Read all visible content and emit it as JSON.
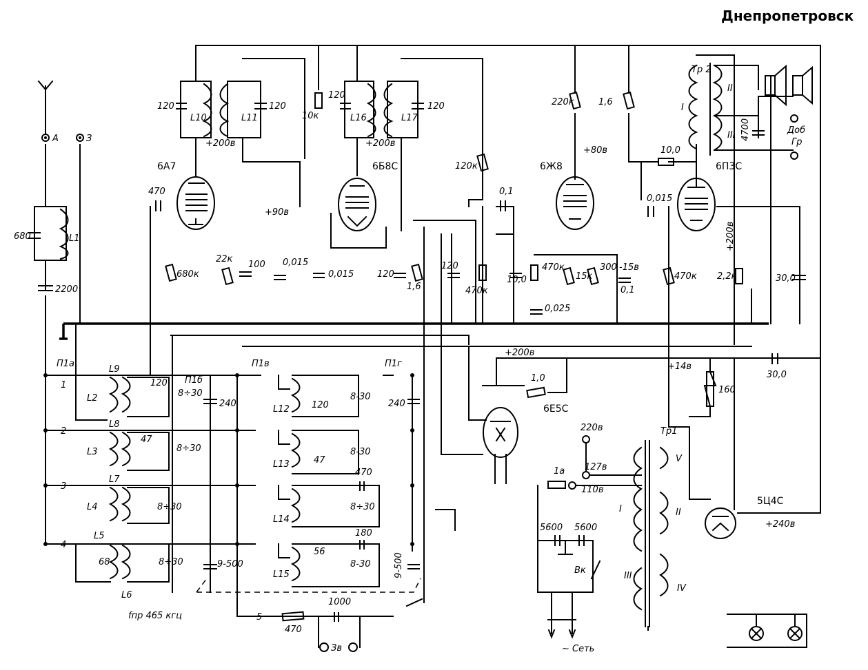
{
  "title": "Днепропетровск",
  "tubes": [
    {
      "id": "6A7",
      "label": "6А7"
    },
    {
      "id": "6B8S",
      "label": "6Б8С"
    },
    {
      "id": "6ZH8",
      "label": "6Ж8"
    },
    {
      "id": "6P3S",
      "label": "6П3С"
    },
    {
      "id": "6E5S",
      "label": "6Е5С"
    },
    {
      "id": "5TS4S",
      "label": "5Ц4С"
    }
  ],
  "terminals": {
    "antenna": "А",
    "ground": "З",
    "pickup": "Зв",
    "headphones_1": "Доб",
    "headphones_2": "Гр",
    "mains": "~ Сеть",
    "switch": "Вк"
  },
  "note": "fпр 465 кгц",
  "coils": [
    "L1",
    "L2",
    "L3",
    "L4",
    "L5",
    "L6",
    "L7",
    "L8",
    "L9",
    "L10",
    "L11",
    "L12",
    "L13",
    "L14",
    "L15",
    "L16",
    "L17"
  ],
  "switches": [
    "П1а",
    "П1б",
    "П1в",
    "П1г"
  ],
  "bands": [
    "1",
    "2",
    "3",
    "4",
    "5"
  ],
  "transformers": {
    "output": "Тр 2",
    "power": "Тр1",
    "out_windings": [
      "I",
      "II",
      "III"
    ],
    "power_windings": [
      "I",
      "II",
      "III",
      "IV",
      "V"
    ]
  },
  "mains_taps": [
    "220в",
    "127в",
    "110в"
  ],
  "fuse": "1а",
  "voltages": {
    "v1": "+200в",
    "v2": "+200в",
    "v3": "+80в",
    "v4": "+90в",
    "v5": "+200в",
    "v6": "+14в",
    "v7": "+240в",
    "v8": "+200в",
    "v9": "-15в"
  },
  "components": {
    "c1": "680",
    "c2": "2200",
    "c3": "470",
    "c4": "120",
    "c5": "120",
    "c6": "120",
    "c7": "120",
    "r1": "10к",
    "r2": "680к",
    "r3": "22к",
    "c8": "100",
    "c9": "0,015",
    "c10": "0,015",
    "c11": "120",
    "r4": "1,6",
    "r5": "120к",
    "c12": "0,1",
    "c13": "120",
    "r6": "470к",
    "r7": "10,0",
    "r8": "470к",
    "r9": "15к",
    "r10": "300",
    "c14": "0,025",
    "c15": "0,1",
    "r11": "220к",
    "r12": "1,6",
    "r13": "10,0",
    "c16": "0,015",
    "r14": "470к",
    "r15": "2,2к",
    "c17": "30,0",
    "c18": "4700",
    "c19": "30,0",
    "r16": "160",
    "r17": "1,0",
    "c20": "120",
    "c21": "8÷30",
    "c22": "47",
    "c23": "8÷30",
    "c24": "8÷30",
    "c25": "68",
    "c26": "8÷30",
    "c27": "240",
    "c28": "9-500",
    "c29": "120",
    "c30": "8-30",
    "c31": "47",
    "c32": "8-30",
    "c33": "470",
    "c34": "8÷30",
    "c35": "56",
    "c36": "180",
    "c37": "8-30",
    "c38": "240",
    "c39": "9-500",
    "c40": "1000",
    "r18": "470",
    "c41": "5600",
    "c42": "5600"
  }
}
